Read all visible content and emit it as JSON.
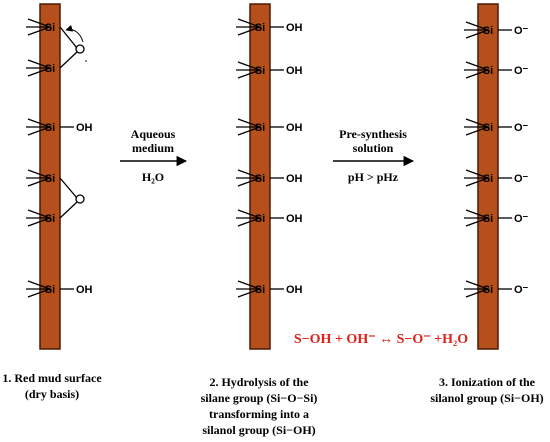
{
  "colors": {
    "bar_fill": "#b5501c",
    "bar_stroke": "#4a1a05",
    "equation": "#e0211b",
    "text": "#000000"
  },
  "atom_label": "Si",
  "columns": [
    {
      "groups": [
        "",
        "",
        "OH",
        "",
        "",
        "OH"
      ],
      "caption": [
        "1. Red mud  surface",
        "(dry basis)"
      ]
    },
    {
      "groups": [
        "OH",
        "OH",
        "OH",
        "OH",
        "OH",
        "OH"
      ],
      "caption": [
        "2. Hydrolysis  of the",
        "silane group  (Si−O−Si)",
        "transforming  into a",
        "silanol group (Si−OH)"
      ]
    },
    {
      "groups": [
        "O⁻",
        "O⁻",
        "O⁻",
        "O⁻",
        "O⁻",
        "O⁻"
      ],
      "caption": [
        "3. Ionization  of the",
        "silanol group  (Si−OH)"
      ]
    }
  ],
  "bridge_oxygen": "O",
  "arrows": [
    {
      "label_lines": [
        "Aqueous",
        "medium"
      ],
      "below": "H₂O"
    },
    {
      "label_lines": [
        "Pre-synthesis",
        "solution"
      ],
      "below": "pH > pHz"
    }
  ],
  "equation": "S−OH + OH⁻ ↔ S−O⁻ +H₂O"
}
